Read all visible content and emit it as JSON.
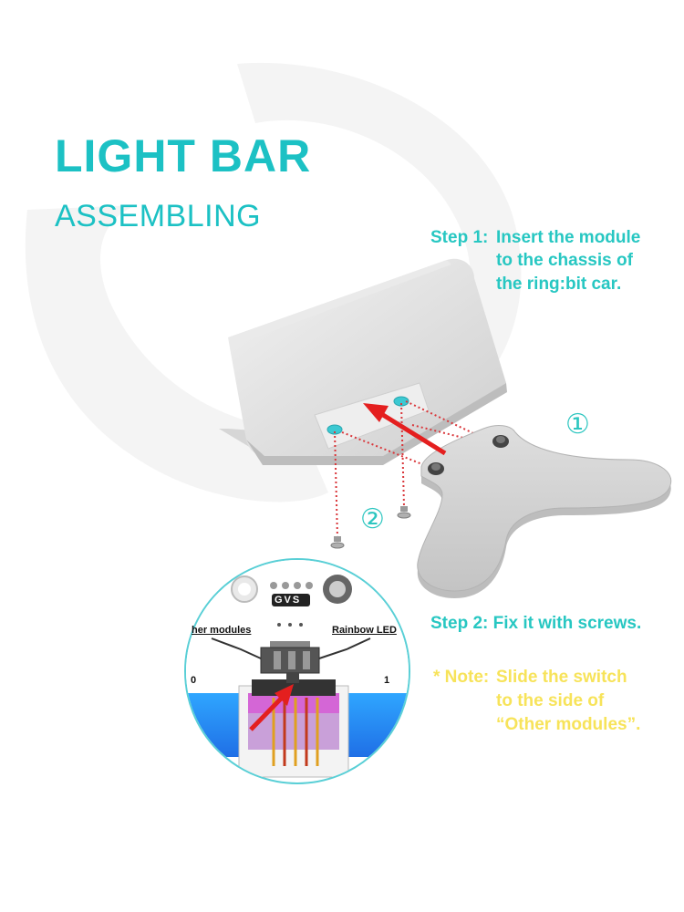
{
  "title": {
    "main": "LIGHT BAR",
    "sub": "ASSEMBLING"
  },
  "step1": {
    "label": "Step 1:",
    "lines": [
      "Insert the module",
      "to the chassis of",
      "the ring:bit car."
    ]
  },
  "step2": {
    "text": "Step 2: Fix it with screws."
  },
  "note": {
    "label": "* Note:",
    "lines": [
      "Slide the switch",
      "to the side of",
      "“Other modules”."
    ]
  },
  "markers": {
    "one": "①",
    "two": "②"
  },
  "zoom": {
    "pins": "GVS",
    "left_label": "her modules",
    "right_label": "Rainbow LED",
    "side_left": "0",
    "side_right": "1"
  },
  "colors": {
    "title": "#1cc1c4",
    "steps": "#27c7c2",
    "note": "#f7e35a",
    "arrow": "#e41f1f",
    "guide": "#d9363a",
    "hole": "#3cc9d2"
  }
}
